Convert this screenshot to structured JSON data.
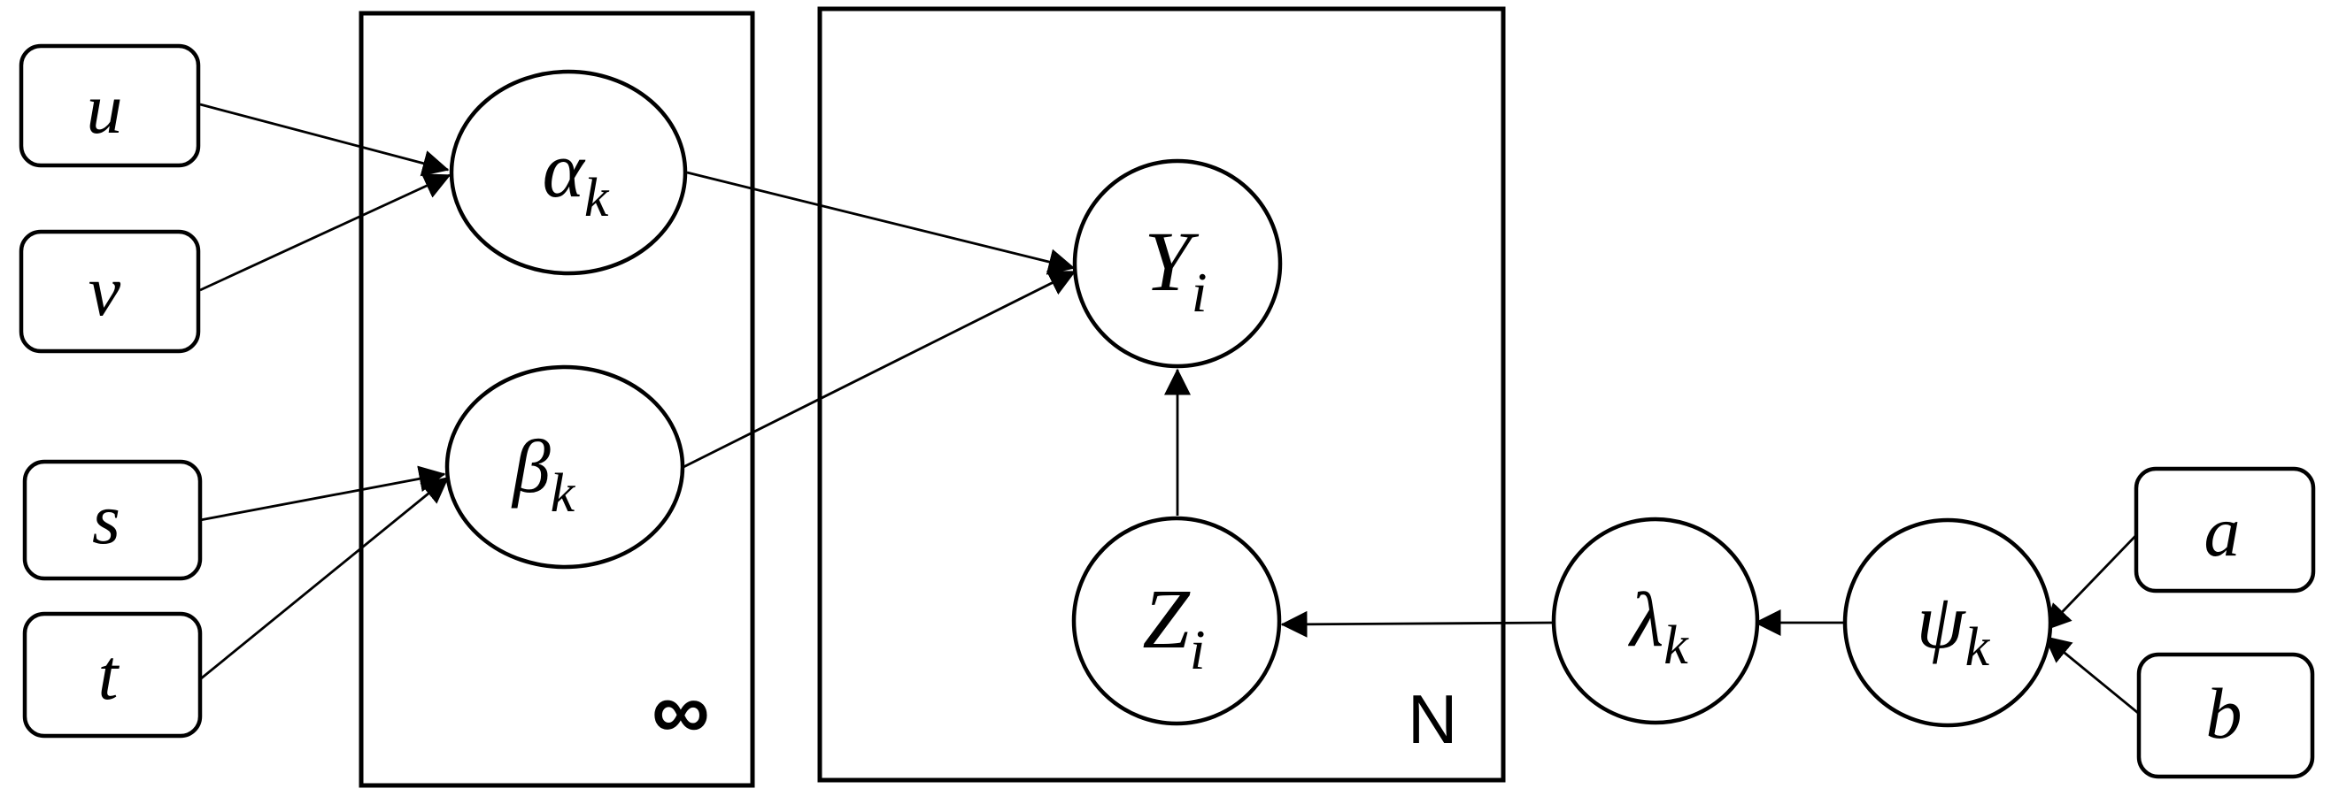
{
  "plates": {
    "infinity": {
      "label": "∞"
    },
    "n": {
      "label": "N"
    }
  },
  "hyperparameters": {
    "u": "u",
    "v": "v",
    "s": "s",
    "t": "t",
    "a": "a",
    "b": "b"
  },
  "nodes": {
    "alpha": {
      "base": "α",
      "sub": "k"
    },
    "beta": {
      "base": "β",
      "sub": "k"
    },
    "y": {
      "base": "Y",
      "sub": "i"
    },
    "z": {
      "base": "Z",
      "sub": "i"
    },
    "lambda": {
      "base": "λ",
      "sub": "k"
    },
    "psi": {
      "base": "ψ",
      "sub": "k"
    }
  }
}
